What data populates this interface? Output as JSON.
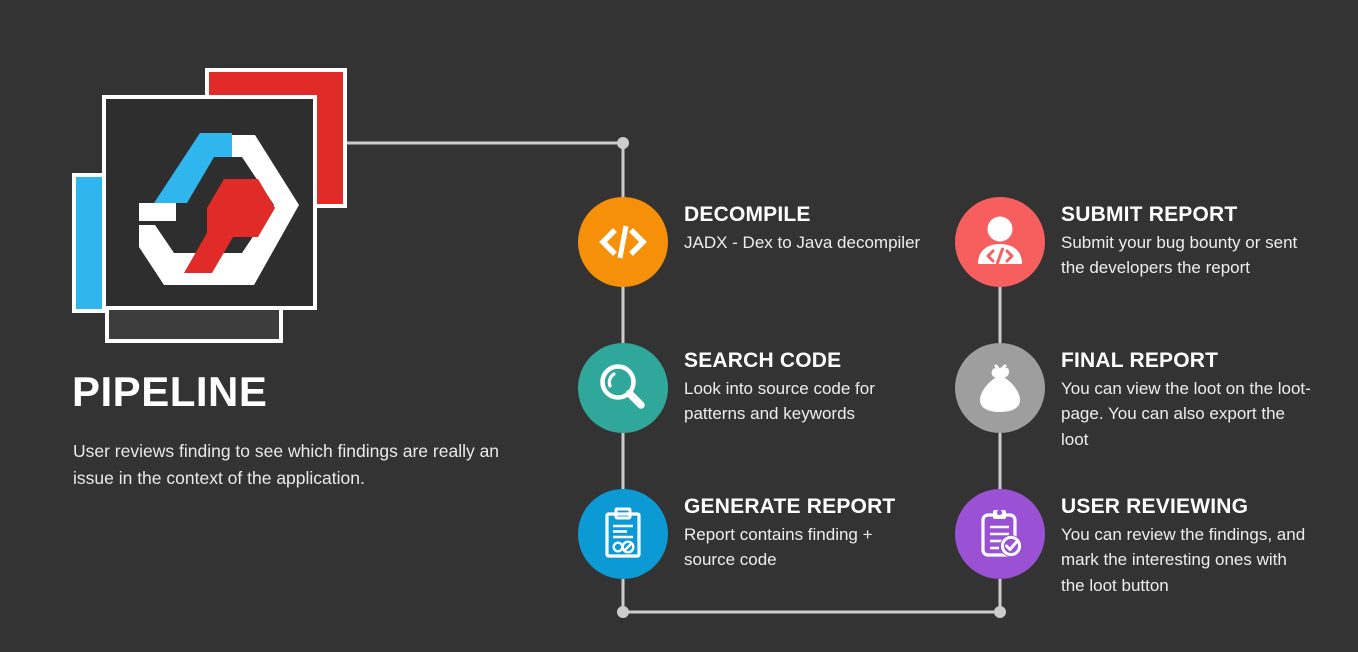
{
  "background_color": "#333333",
  "header": {
    "title": "PIPELINE",
    "subtitle": "User reviews finding to see which findings are really an issue in the context of the application.",
    "logo": {
      "name": "pipeline-logo",
      "red_color": "#e02b28",
      "blue_color": "#2fb6ef",
      "white_color": "#ffffff",
      "card_color": "#2e2e2e"
    }
  },
  "connector": {
    "color": "#cccccc",
    "node_color": "#cccccc"
  },
  "steps": [
    {
      "id": "decompile",
      "title": "DECOMPILE",
      "desc": "JADX - Dex to Java decompiler",
      "color": "#f79009",
      "icon": "code-brackets-icon"
    },
    {
      "id": "search-code",
      "title": "SEARCH CODE",
      "desc": "Look into source code for patterns and keywords",
      "color": "#30a79b",
      "icon": "magnifying-glass-icon"
    },
    {
      "id": "generate-report",
      "title": "GENERATE REPORT",
      "desc": "Report contains finding + source code",
      "color": "#0b9ad4",
      "icon": "clipboard-report-icon"
    },
    {
      "id": "submit-report",
      "title": "SUBMIT REPORT",
      "desc": "Submit your bug bounty or sent the developers the report",
      "color": "#f75f5f",
      "icon": "developer-person-icon"
    },
    {
      "id": "final-report",
      "title": "FINAL REPORT",
      "desc": "You can view the loot on the loot-page. You can also export the loot",
      "color": "#9e9e9e",
      "icon": "money-bag-icon"
    },
    {
      "id": "user-reviewing",
      "title": "USER REVIEWING",
      "desc": "You can review the findings, and mark the interesting ones with the loot button",
      "color": "#9b51d4",
      "icon": "clipboard-check-icon"
    }
  ]
}
